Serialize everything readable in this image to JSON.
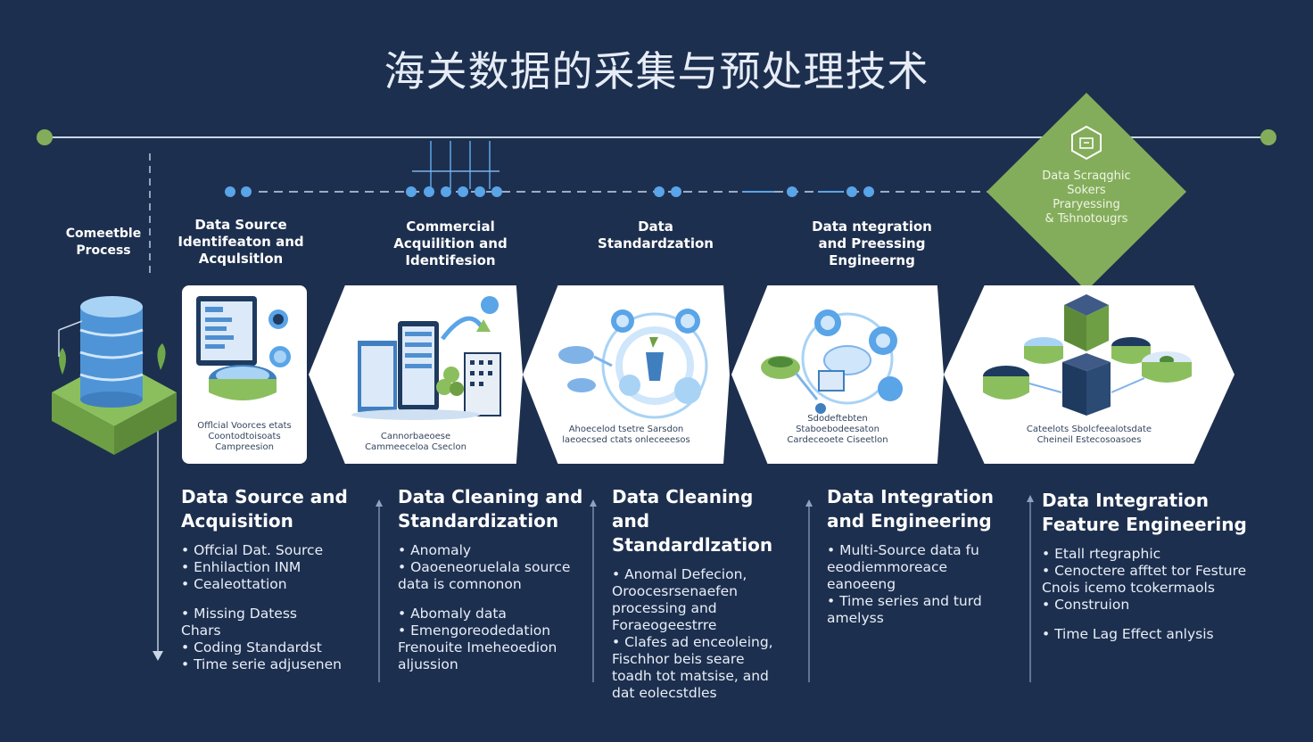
{
  "title": "海关数据的采集与预处理技术",
  "side_label": "Comeetble\nProcess",
  "diamond_text": [
    "Data Scraqghic",
    "Sokers",
    "Praryessing",
    "& Tshnotougrs"
  ],
  "phase_labels": [
    "Data Source\nIdentifeaton and\nAcqulsitlon",
    "Commercial\nAcquilition and\nIdentifesion",
    "Data\nStandardzation",
    "Data ntegration\nand Preessing\nEngineerng"
  ],
  "card_captions": [
    "Offlcial Voorces etats\nCoontodtoisoats\nCampreesion",
    "Cannorbaeoese\nCammeeceloa Cseclon",
    "Ahoecelod tsetre Sarsdon\nlaeoecsed ctats onleceeesos",
    "Sdodeftebten\nStaboebodeesaton\nCardeceoete Ciseetlon",
    "Cateelots Sbolcfeealotsdate\nCheineil Estecosoasoes"
  ],
  "sections": [
    {
      "heading": "Data Source and\nAcquisition",
      "groups": [
        [
          "• Offcial Dat. Source",
          "• Enhilaction INM",
          "• Cealeottation"
        ],
        [
          "• Missing Datess",
          "  Chars",
          "• Coding Standardst",
          "• Time serie adjusenen"
        ]
      ]
    },
    {
      "heading": "Data Cleaning and\nStandardization",
      "groups": [
        [
          "• Anomaly",
          "• Oaoeneoruelala source",
          "  data is comnonon"
        ],
        [
          "• Abomaly data",
          "• Emengoreodedation",
          "  Frenouite Imeheoedion",
          "  aljussion"
        ]
      ]
    },
    {
      "heading": "Data Cleaning\nand Standardlzation",
      "groups": [
        [
          "• Anomal Defecion,",
          "  Oroocesrsenaefen",
          "  processing and",
          "  Foraeogeestrre",
          "• Clafes ad enceoleing,",
          "  Fischhor beis seare",
          "  toadh tot matsise, and",
          "  dat eolecstdles"
        ]
      ]
    },
    {
      "heading": "Data Integration\nand Engineering",
      "groups": [
        [
          "• Multi-Source data fu",
          "  eeodiemmoreace",
          "  eanoeeng",
          "• Time series and turd",
          "  amelyss"
        ]
      ]
    },
    {
      "heading": "Data Integration\nFeature Engineering",
      "groups": [
        [
          "• Etall rtegraphic",
          "• Cenoctere afftet tor Festure",
          "  Cnois icemo tcokermaols",
          "• Construion"
        ],
        [
          "• Time Lag Effect anlysis"
        ]
      ]
    }
  ],
  "colors": {
    "background": "#1d2f4e",
    "accent_green": "#84ad5b",
    "accent_blue": "#5a9fe0",
    "timeline": "#c9d6e6"
  }
}
